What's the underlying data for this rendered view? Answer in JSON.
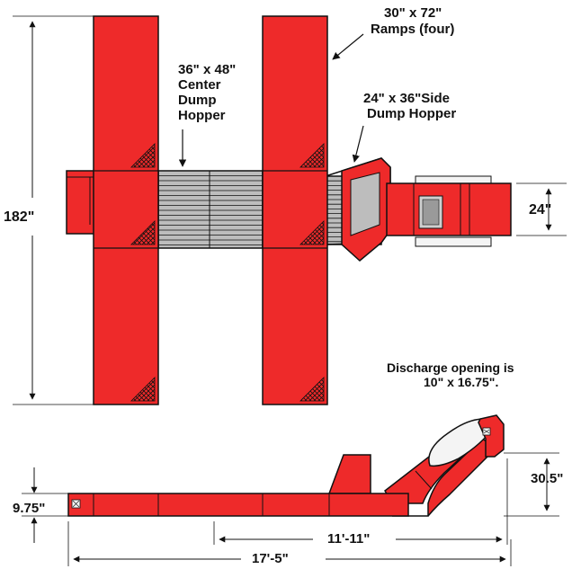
{
  "labels": {
    "ramps_size": "30\" x 72\"",
    "ramps_count": "Ramps (four)",
    "center_hopper_size": "36\" x 48\"",
    "center_hopper_line1": "Center",
    "center_hopper_line2": "Dump",
    "center_hopper_line3": "Hopper",
    "side_hopper_line1": "24\" x 36\"Side",
    "side_hopper_line2": "Dump Hopper",
    "overall_height": "182\"",
    "conveyor_width": "24\"",
    "discharge_line1": "Discharge opening is",
    "discharge_line2": "10\" x 16.75\".",
    "discharge_height": "30.5\"",
    "infeed_height": "9.75\"",
    "incline_length": "11'-11\"",
    "overall_length": "17'-5\""
  },
  "colors": {
    "body_red": "#ee2a2a",
    "outline": "#111111",
    "slat_gray": "#bdbdbd",
    "cover_white": "#f4f4f4"
  }
}
